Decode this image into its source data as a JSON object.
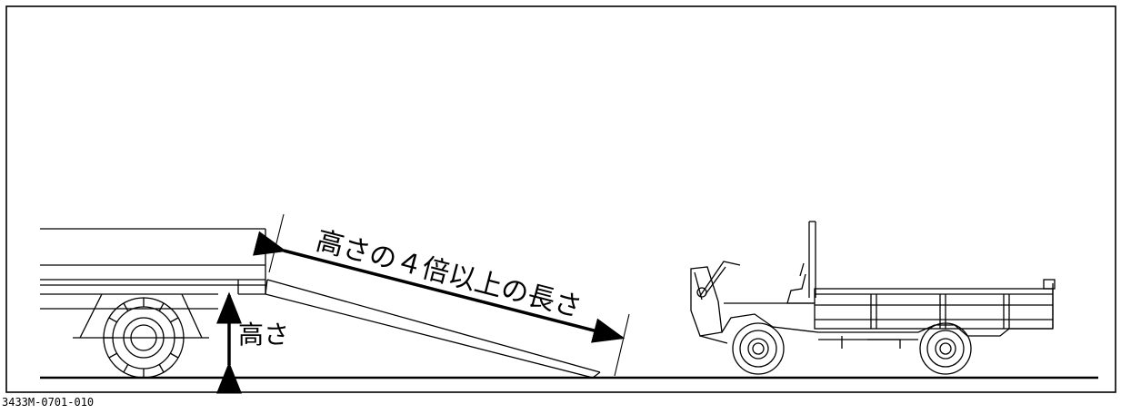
{
  "labels": {
    "height": "高さ",
    "ramp_length": "高さの４倍以上の長さ",
    "figure_code": "3433M-0701-010"
  },
  "colors": {
    "line": "#000000",
    "background": "#ffffff"
  },
  "icons": {
    "height_arrow": "double-arrow-vertical",
    "length_arrow": "double-arrow-diagonal"
  }
}
